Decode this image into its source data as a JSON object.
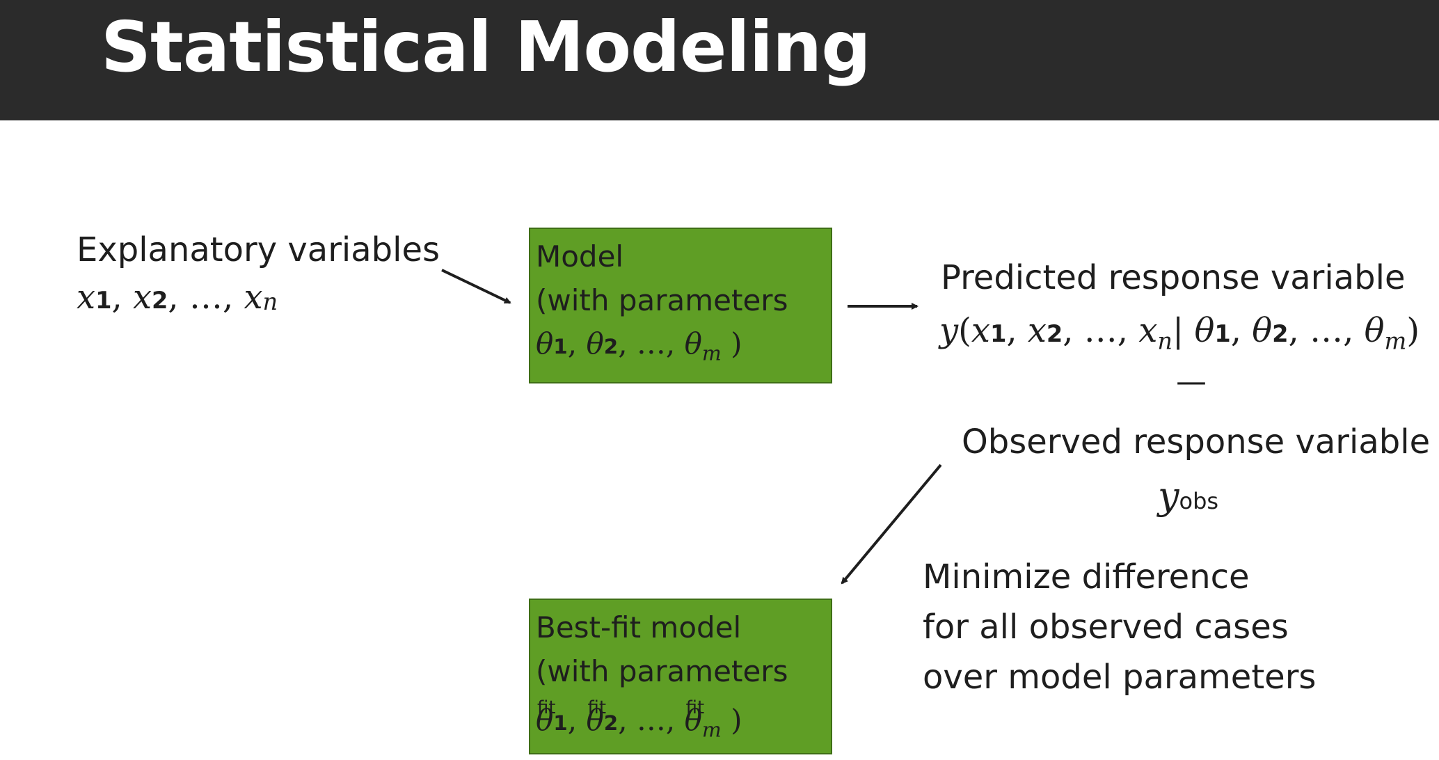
{
  "title": "Statistical Modeling",
  "explanatory": {
    "label": "Explanatory variables"
  },
  "model_box": {
    "line1": "Model",
    "line2": "(with parameters"
  },
  "predicted": {
    "label": "Predicted response variable"
  },
  "minus_sign": "—",
  "observed": {
    "label": "Observed response variable",
    "subscript": "obs"
  },
  "minimize": {
    "line1": "Minimize difference",
    "line2": "for all observed cases",
    "line3": "over model parameters"
  },
  "bestfit_box": {
    "line1": "Best-fit model",
    "line2": "(with parameters",
    "fit_label": "fit"
  },
  "colors": {
    "header_bg": "#2b2b2b",
    "box_fill": "#5f9e25",
    "arrow": "#1e1e1e"
  }
}
